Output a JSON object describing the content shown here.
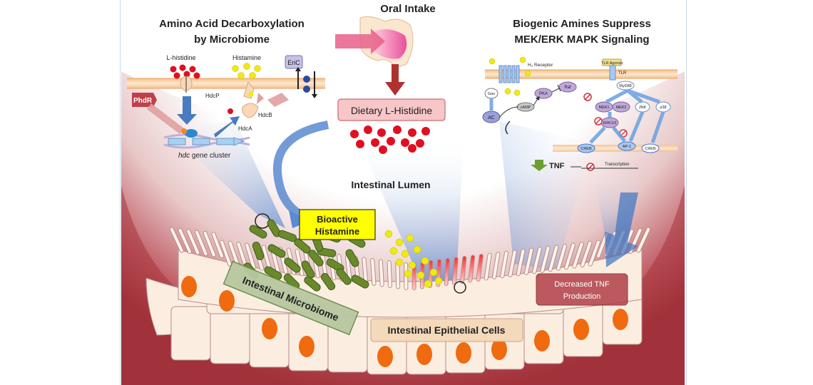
{
  "titles": {
    "left": [
      "Amino Acid Decarboxylation",
      "by Microbiome"
    ],
    "center": "Oral Intake",
    "right": [
      "Biogenic Amines Suppress",
      "MEK/ERK MAPK Signaling"
    ]
  },
  "left_panel": {
    "l_histidine": "L-histidine",
    "histamine": "Histamine",
    "eric": "EriC",
    "phdr": "PhdR",
    "hdcp": "HdcP",
    "hdcb": "HdcB",
    "hdca": "HdcA",
    "gene_cluster_italic": "hdc",
    "gene_cluster_rest": " gene cluster"
  },
  "center": {
    "dietary_box": "Dietary L-Histidine",
    "lumen": "Intestinal Lumen",
    "bioactive": [
      "Bioactive",
      "Histamine"
    ]
  },
  "right_panel": {
    "receptor": "H₂ Receptor",
    "tlr_agonist": "TLR Agonist",
    "tlr": "TLR",
    "myd88": "MyD88",
    "gs": "Gαs",
    "pka": "PKA",
    "raf": "Raf",
    "camp": "cAMP",
    "ac": "AC",
    "mek1": "MEK1",
    "mek2": "MEK2",
    "jnk": "JNK",
    "p38": "p38",
    "erk": "ERK1/2",
    "ap1": "AP-1",
    "creb": "CREB",
    "tnf": "TNF",
    "transcription": "Transcription"
  },
  "bottom": {
    "microbiome": "Intestinal Microbiome",
    "epithelial": "Intestinal Epithelial Cells",
    "decreased": [
      "Decreased TNF",
      "Production"
    ]
  },
  "colors": {
    "histidine_dot": "#e01020",
    "histamine_dot": "#f0ea10",
    "bacteria": "#6a8a2a",
    "cell_fill": "#fbeee0",
    "nucleus": "#f06a10",
    "dietary_box": "#f7c6c8",
    "bioactive_box": "#ffff00",
    "lumen_top": "#ffffff",
    "lumen_bottom": "#a83a40"
  }
}
